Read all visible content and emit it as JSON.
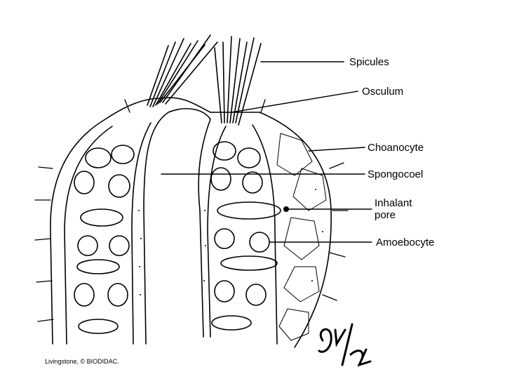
{
  "diagram": {
    "labels": {
      "spicules": "Spicules",
      "osculum": "Osculum",
      "choanocyte": "Choanocyte",
      "spongocoel": "Spongocoel",
      "inhalant_pore_line1": "Inhalant",
      "inhalant_pore_line2": "pore",
      "amoebocyte": "Amoebocyte"
    },
    "credit": "Livingstone, © BIODIDAC."
  },
  "colors": {
    "ink": "#000000",
    "background": "#ffffff"
  }
}
